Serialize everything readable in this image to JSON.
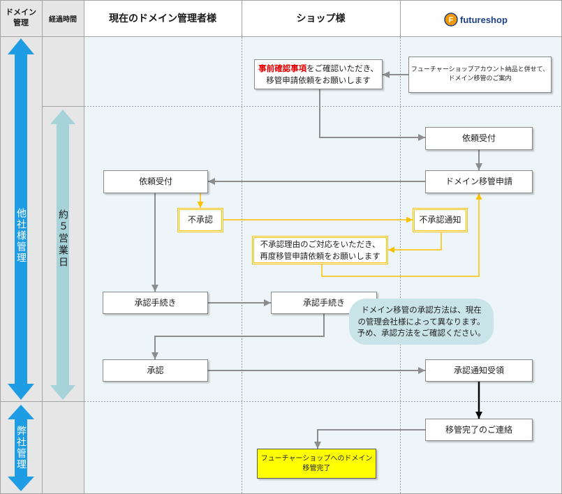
{
  "header": {
    "domain_management": [
      "ドメイン",
      "管理"
    ],
    "elapsed_time": "経過時間",
    "current_admin": "現在のドメイン管理者様",
    "shop": "ショップ様",
    "logo": {
      "letter": "F",
      "text": "futureshop"
    }
  },
  "phases": {
    "other_company": "他社様管理",
    "our_company": "弊社管理"
  },
  "elapsed": "約５営業日",
  "steps": {
    "prior_check": {
      "highlight": "事前確認事項",
      "rest": "をご確認いただき、",
      "line2": "移管申請依頼をお願いします"
    },
    "account_notice": [
      "フューチャーショップアカウント納品と併せて、",
      "ドメイン移管のご案内"
    ],
    "fs_request_received": "依頼受付",
    "transfer_application": "ドメイン移管申請",
    "admin_request_received": "依頼受付",
    "disapproval": "不承認",
    "disapproval_notice": "不承認通知",
    "resubmit": [
      "不承認理由のご対応をいただき、",
      "再度移管申請依頼をお願いします"
    ],
    "admin_approval_procedure": "承認手続き",
    "shop_approval_procedure": "承認手続き",
    "approval": "承認",
    "approval_notice_received": "承認通知受領",
    "transfer_complete_contact": "移管完了のご連絡",
    "transfer_complete": [
      "フューチャーショップへのドメイン",
      "移管完了"
    ]
  },
  "note": [
    "ドメイン移管の承認方法は、現在",
    "の管理会社様によって異なります。",
    "予め、承認方法をご確認ください。"
  ],
  "colors": {
    "phase_arrow": "#1f9de4",
    "elapsed_arrow": "#a6d3d9",
    "highlight_text": "#e00000",
    "alert_border": "#f5c400",
    "alert_arrow": "#ffc000",
    "complete_fill": "#ffff00",
    "note_fill": "#c9e4e9",
    "lane_bg": "#eef5f8",
    "side_bg": "#e6e6e6",
    "flow_arrow": "#8c8c8c",
    "final_arrow": "#000000",
    "logo_circle": "#f39800",
    "logo_ink": "#1d3f86"
  }
}
